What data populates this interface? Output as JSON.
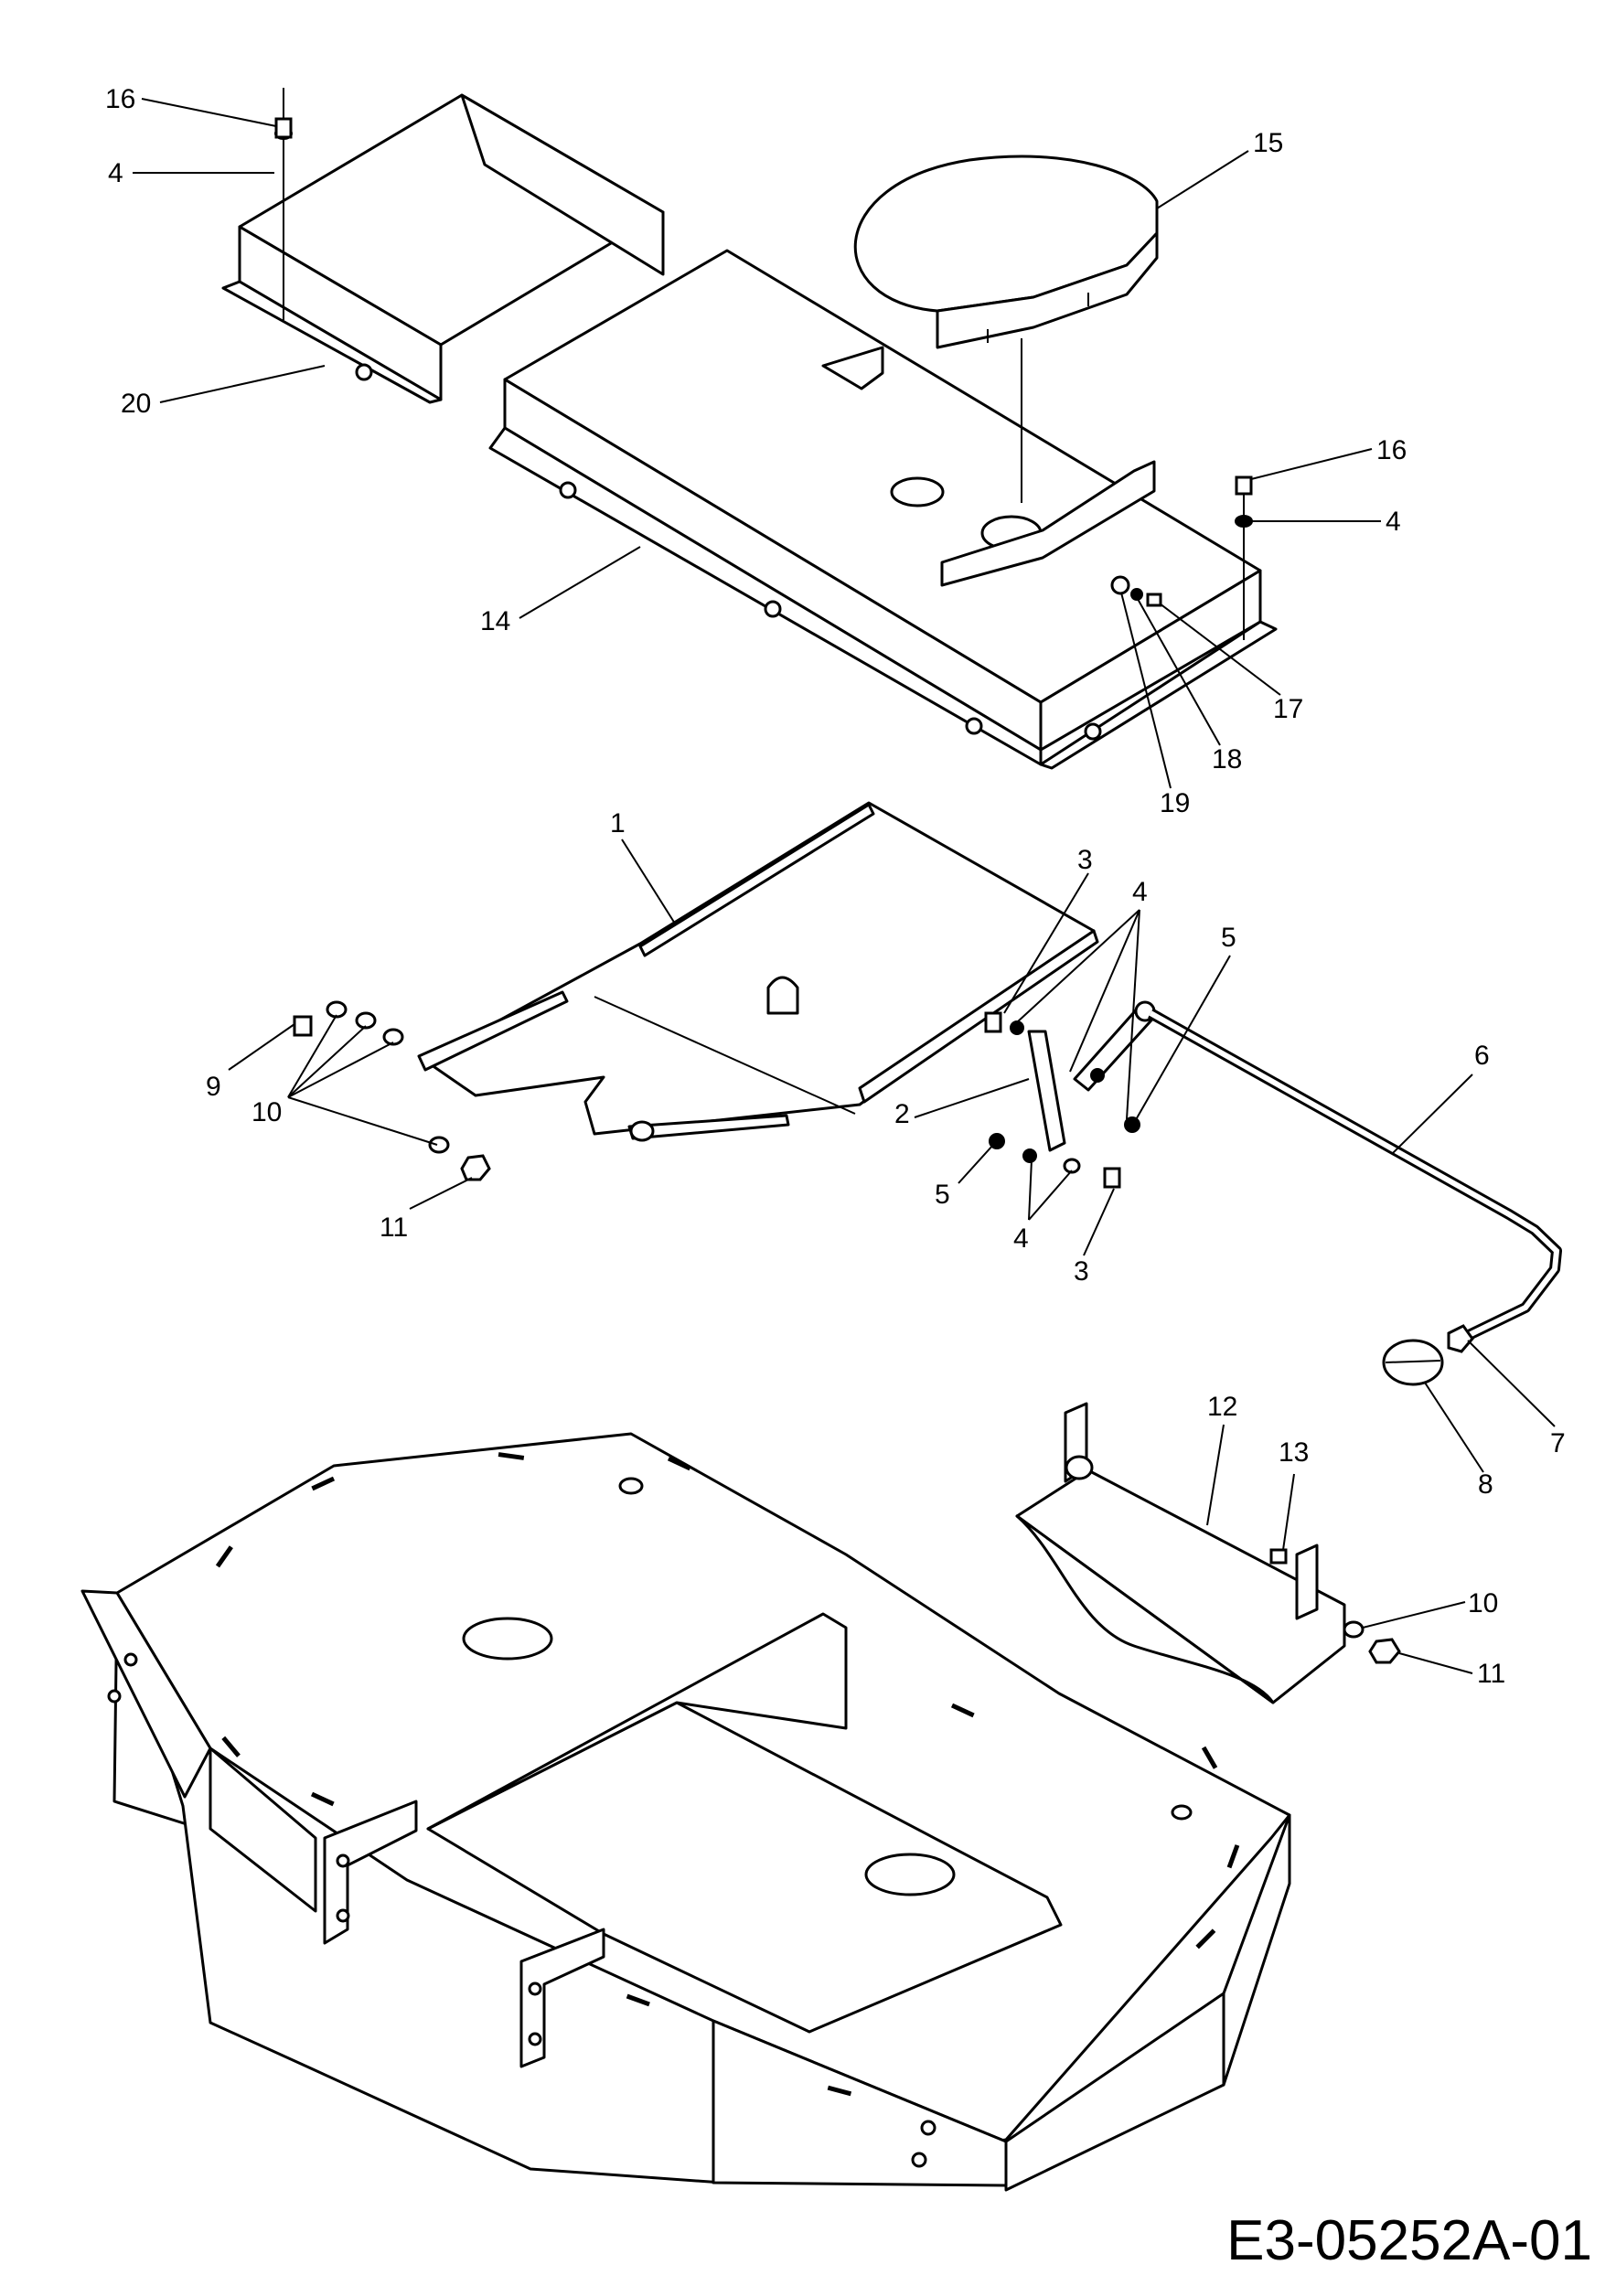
{
  "drawing": {
    "code": "E3-05252A-01",
    "callouts": [
      "16",
      "4",
      "20",
      "15",
      "16",
      "4",
      "14",
      "17",
      "18",
      "19",
      "1",
      "3",
      "4",
      "5",
      "6",
      "9",
      "10",
      "2",
      "5",
      "4",
      "3",
      "11",
      "7",
      "8",
      "12",
      "13",
      "10",
      "11"
    ]
  }
}
